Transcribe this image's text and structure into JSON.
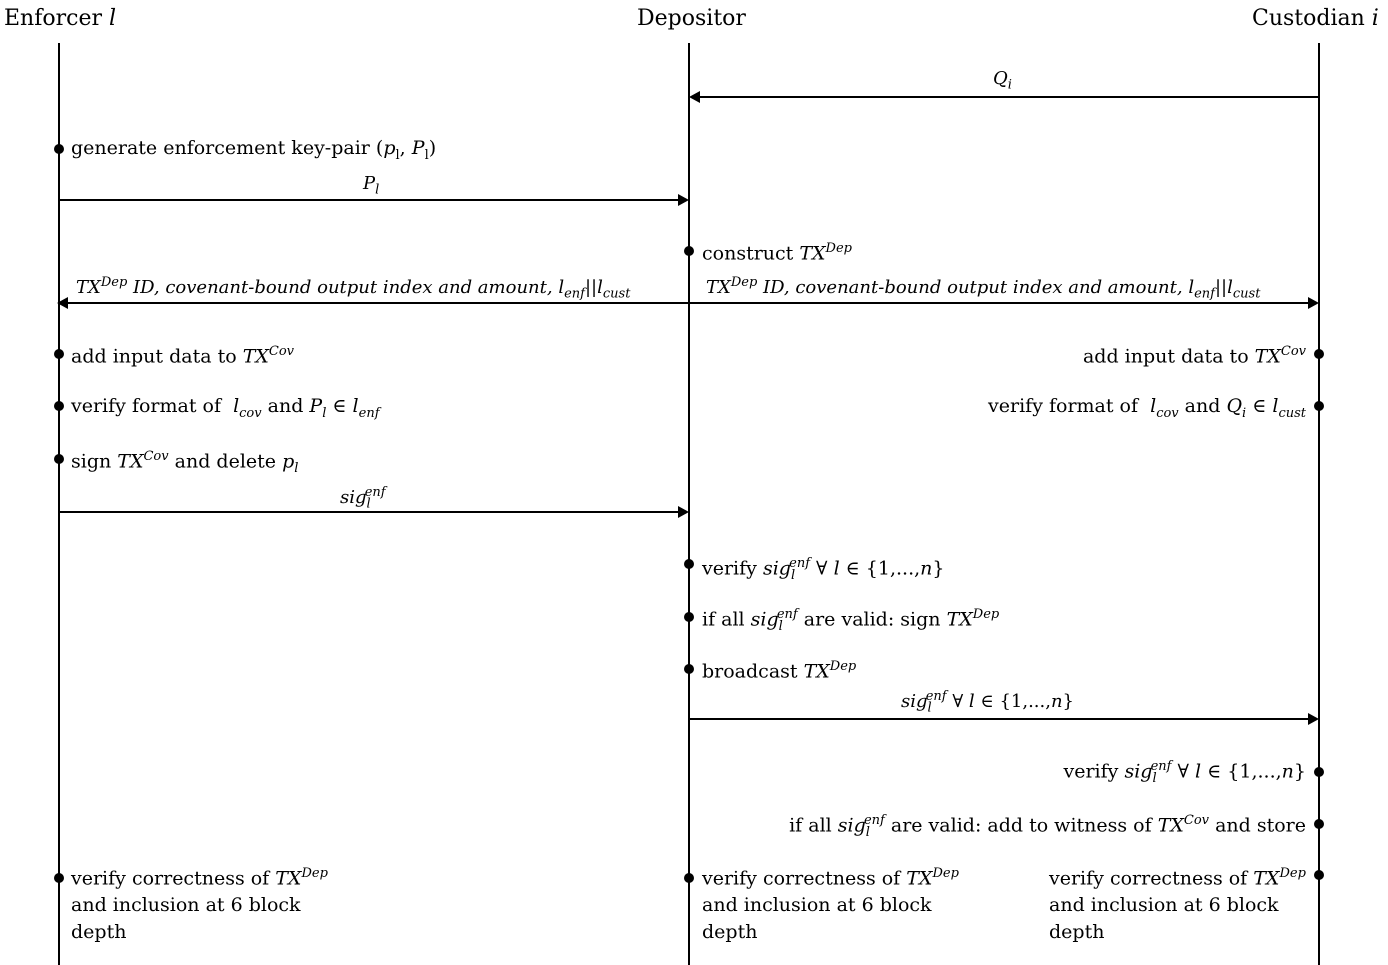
{
  "headers": {
    "enforcer": "Enforcer l",
    "depositor": "Depositor",
    "custodian": "Custodian i"
  },
  "messages": {
    "q_i": "Qᵢ",
    "p_l": "Pₗ",
    "tx_dep_info": "TX^Dep ID, covenant-bound output index and amount, l_enf||l_cust",
    "sig_l_enf": "sigₗ^enf",
    "sig_all": "sigₗ^enf ∀ l ∈ {1,...,n}"
  },
  "enforcer_steps": {
    "gen_keypair": "generate enforcement key-pair (pₗ, Pₗ)",
    "add_input": "add input data to TX^Cov",
    "verify_format": "verify format of  l_cov and Pₗ ∈ l_enf",
    "sign_delete": "sign TX^Cov and delete pₗ",
    "verify_correct": "verify correctness of TX^Dep and inclusion at 6 block depth"
  },
  "depositor_steps": {
    "construct": "construct TX^Dep",
    "verify_sigs": "verify sigₗ^enf ∀ l ∈ {1,...,n}",
    "if_valid_sign": "if all sigₗ^enf are valid: sign TX^Dep",
    "broadcast": "broadcast TX^Dep",
    "verify_correct": "verify correctness of TX^Dep and inclusion at 6 block depth"
  },
  "custodian_steps": {
    "add_input": "add input data to TX^Cov",
    "verify_format": "verify format of  l_cov and Qᵢ ∈ l_cust",
    "verify_sigs": "verify sigₗ^enf ∀ l ∈ {1,...,n}",
    "if_valid_store": "if all sigₗ^enf are valid: add to witness of TX^Cov and store",
    "verify_correct": "verify correctness of TX^Dep and inclusion at 6 block depth"
  }
}
